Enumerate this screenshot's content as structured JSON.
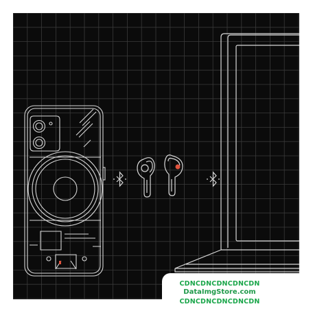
{
  "illustration": {
    "background": "#0b0b0b",
    "grid_color": "#3a3a3a",
    "line_color": "#d8d8d8",
    "accent_color": "#e0533d",
    "devices": [
      "phone",
      "earbuds",
      "laptop"
    ],
    "connection_icon": "bluetooth-icon"
  },
  "watermark": {
    "line1": "CDNCDNCDNCDNCDN",
    "line2": "DataImgStore.com",
    "line3": "CDNCDNCDNCDNCDN"
  }
}
